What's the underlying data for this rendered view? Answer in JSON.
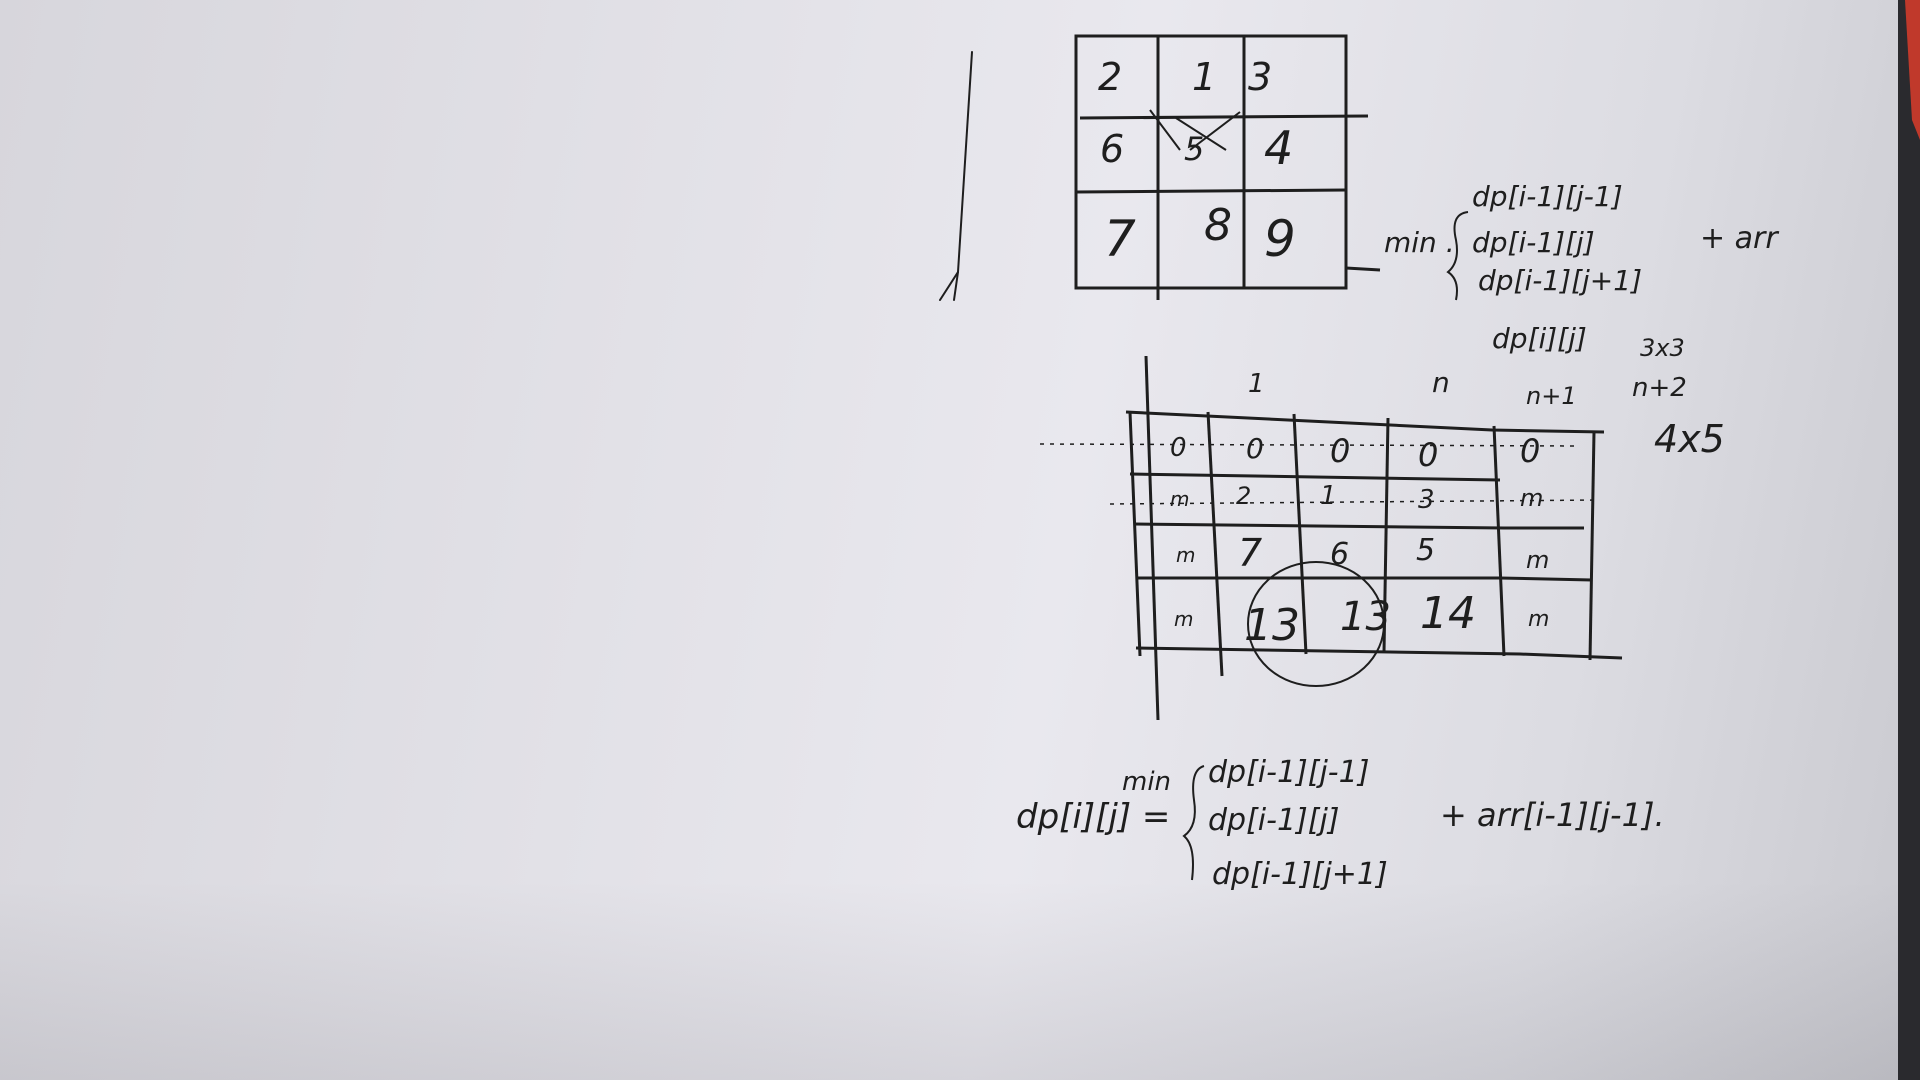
{
  "sketch": {
    "grid3": {
      "rows": [
        [
          "2",
          "1",
          "3"
        ],
        [
          "6",
          "5",
          "4"
        ],
        [
          "7",
          "8",
          "9"
        ]
      ]
    },
    "formula1": {
      "min": "min .",
      "lines": [
        "dp[i-1][j-1]",
        "dp[i-1][j]",
        "dp[i-1][j+1]"
      ],
      "plus": "+ arr",
      "result": "dp[i][j]",
      "size3": "3x3",
      "sizeN": "n+2"
    },
    "grid4x5": {
      "col_labels": [
        "1",
        "n",
        "n+1"
      ],
      "size": "4x5",
      "rows": [
        [
          "0",
          "0",
          "0",
          "0",
          "0"
        ],
        [
          "m",
          "2",
          "1",
          "3",
          "m"
        ],
        [
          "m",
          "7",
          "6",
          "5",
          "m"
        ],
        [
          "m",
          "13",
          "13",
          "14",
          "m"
        ]
      ]
    },
    "formula2": {
      "lhs": "dp[i][j] =",
      "min": "min",
      "lines": [
        "dp[i-1][j-1]",
        "dp[i-1][j]",
        "dp[i-1][j+1]"
      ],
      "plus": "+ arr[i-1][j-1]."
    }
  },
  "colors": {
    "ink": "#1e1e1e",
    "paper": "#e3e2e8",
    "corner_red": "#c0392b"
  }
}
